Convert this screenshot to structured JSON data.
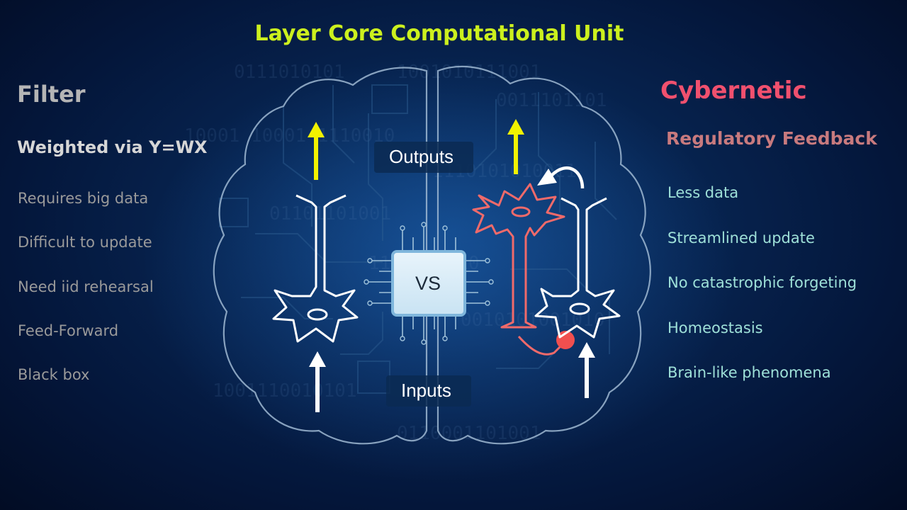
{
  "title": "Layer Core Computational Unit",
  "left": {
    "heading": "Filter",
    "subheading": "Weighted via Y=WX",
    "items": [
      "Requires big data",
      "Difficult to update",
      "Need iid rehearsal",
      "Feed-Forward",
      "Black box"
    ]
  },
  "right": {
    "heading": "Cybernetic",
    "subheading": "Regulatory Feedback",
    "items": [
      "Less data",
      "Streamlined update",
      "No catastrophic forgeting",
      "Homeostasis",
      "Brain-like phenomena"
    ]
  },
  "diagram": {
    "outputs_label": "Outputs",
    "inputs_label": "Inputs",
    "chip_label": "VS"
  },
  "binary_background": [
    "0111010101",
    "1001010111001",
    "0011101101",
    "10001 10001 1110010",
    "1110101010011",
    "01101101001",
    "1100101010",
    "0010101001010",
    "1001110010101",
    "0110001101001"
  ],
  "colors": {
    "title": "#ccf01e",
    "filter_heading": "#b5b5b5",
    "cybernetic_heading": "#f0506e",
    "regulatory_feedback": "#c87a7e",
    "right_items": "#9ee0d8",
    "output_arrow": "#f2f200",
    "input_arrow": "#ffffff",
    "feedback_neuron": "#f06a6a"
  }
}
